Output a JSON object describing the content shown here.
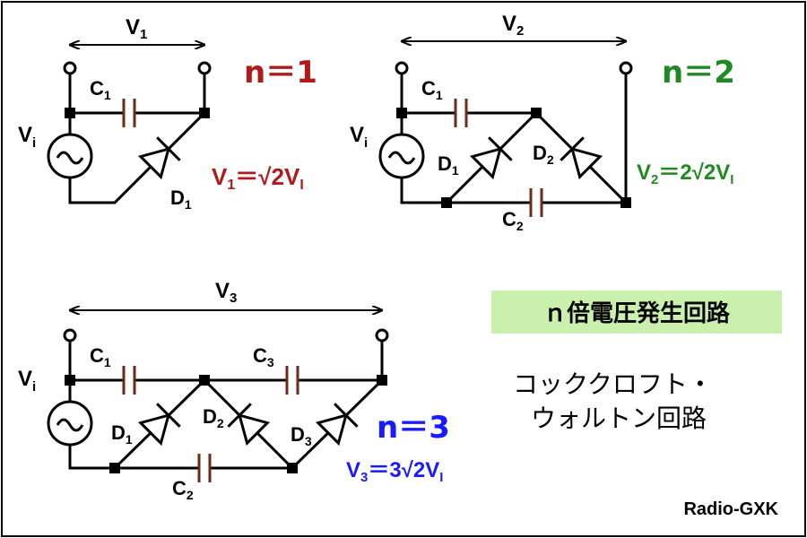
{
  "colors": {
    "n1": "#b01a1a",
    "n2": "#1f8a1f",
    "n3": "#1a1aff",
    "capacitor": "#6b2a1a",
    "title_bg": "#c9f0ad",
    "credit": "#7a7a7a"
  },
  "circuit1": {
    "n_label": "n＝1",
    "voltage_label": "V",
    "voltage_sub": "1",
    "source_label": "V",
    "source_sub": "i",
    "cap1": "C",
    "cap1_sub": "1",
    "diode1": "D",
    "diode1_sub": "1",
    "formula_main": "V",
    "formula_sub": "1",
    "formula_rest": "＝√",
    "formula_tail": "2V",
    "formula_tail_sub": "I"
  },
  "circuit2": {
    "n_label": "n＝2",
    "voltage_label": "V",
    "voltage_sub": "2",
    "source_label": "V",
    "source_sub": "i",
    "cap1": "C",
    "cap1_sub": "1",
    "cap2": "C",
    "cap2_sub": "2",
    "diode1": "D",
    "diode1_sub": "1",
    "diode2": "D",
    "diode2_sub": "2",
    "formula_main": "V",
    "formula_sub": "2",
    "formula_rest": "＝2√",
    "formula_tail": "2V",
    "formula_tail_sub": "I"
  },
  "circuit3": {
    "n_label": "n＝3",
    "voltage_label": "V",
    "voltage_sub": "3",
    "source_label": "V",
    "source_sub": "i",
    "cap1": "C",
    "cap1_sub": "1",
    "cap2": "C",
    "cap2_sub": "2",
    "cap3": "C",
    "cap3_sub": "3",
    "diode1": "D",
    "diode1_sub": "1",
    "diode2": "D",
    "diode2_sub": "2",
    "diode3": "D",
    "diode3_sub": "3",
    "formula_main": "V",
    "formula_sub": "3",
    "formula_rest": "＝3√",
    "formula_tail": "2V",
    "formula_tail_sub": "I"
  },
  "title": "ｎ倍電圧発生回路",
  "subtitle_line1": "コッククロフト・",
  "subtitle_line2": "ウォルトン回路",
  "credit": "Radio-GXK"
}
